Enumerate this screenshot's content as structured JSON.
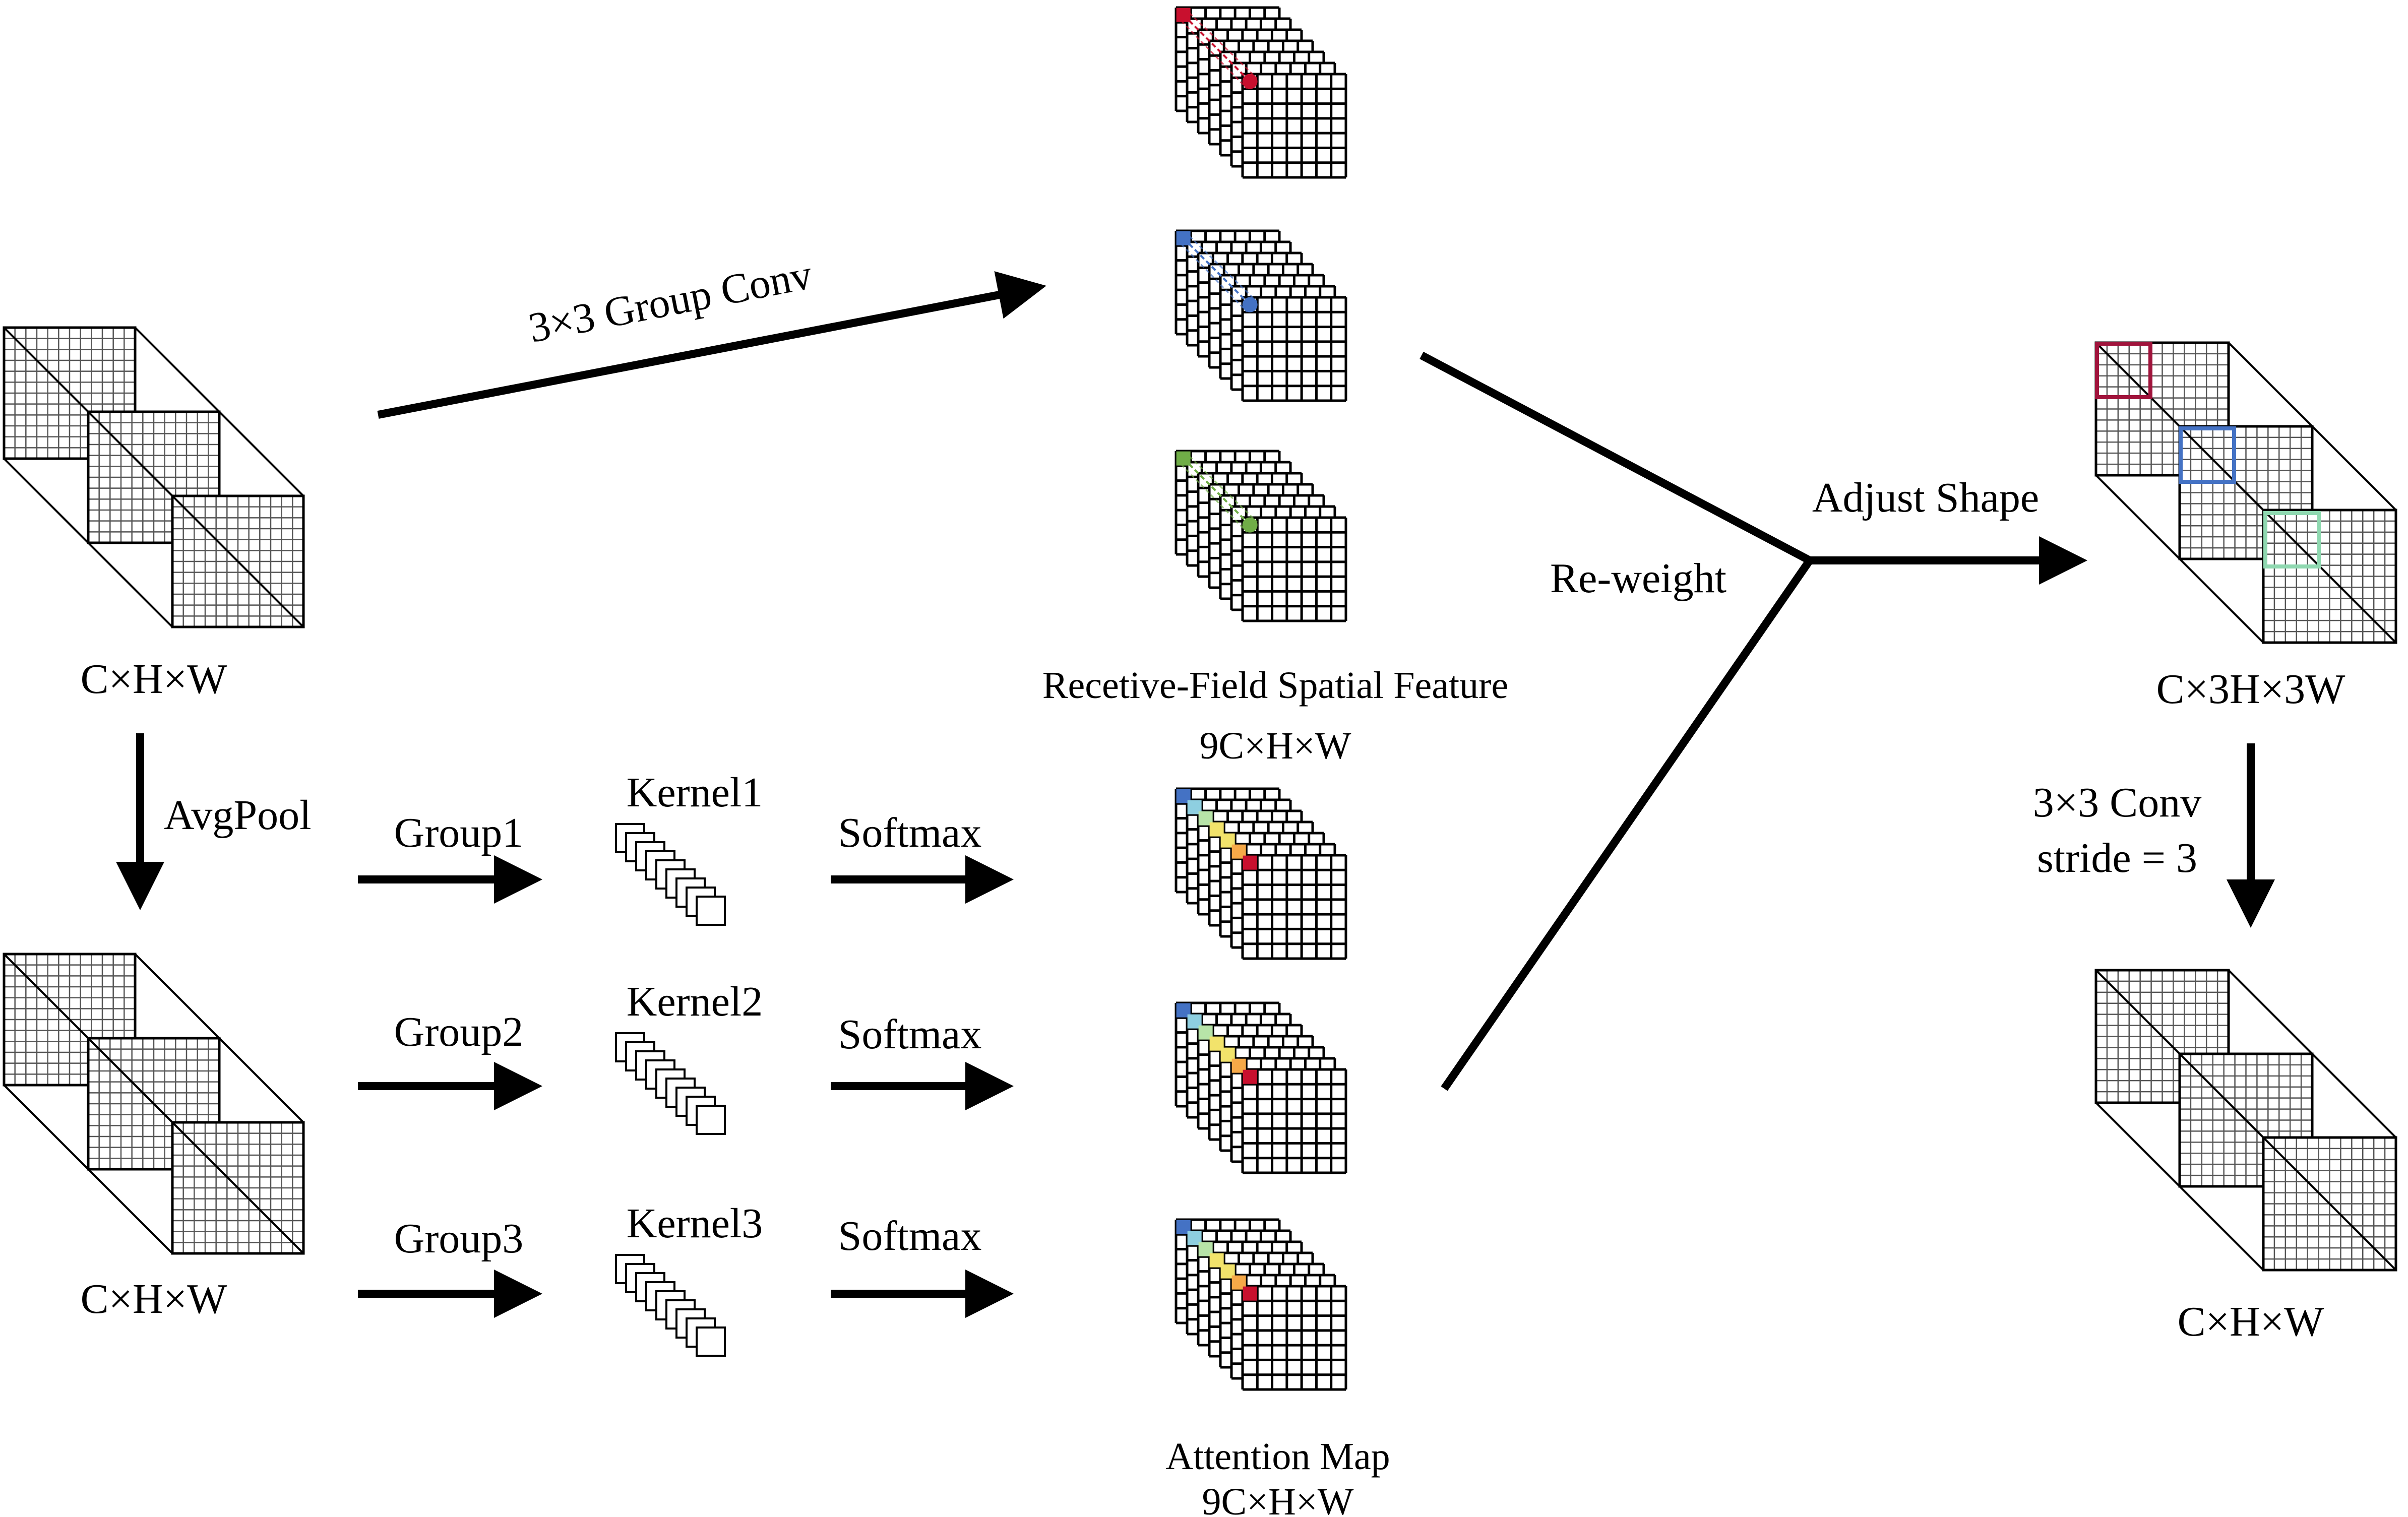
{
  "labels": {
    "input_shape": "C×H×W",
    "pooled_shape": "C×H×W",
    "group_conv": "3×3 Group Conv",
    "avgpool": "AvgPool",
    "group1": "Group1",
    "group2": "Group2",
    "group3": "Group3",
    "kernel1": "Kernel1",
    "kernel2": "Kernel2",
    "kernel3": "Kernel3",
    "softmax1": "Softmax",
    "softmax2": "Softmax",
    "softmax3": "Softmax",
    "rf_feature": "Recetive-Field Spatial Feature",
    "rf_shape": "9C×H×W",
    "attention_map": "Attention Map",
    "attention_shape": "9C×H×W",
    "reweight": "Re-weight",
    "adjust_shape": "Adjust Shape",
    "adjusted_shape": "C×3H×3W",
    "final_conv_line1": "3×3 Conv",
    "final_conv_line2": "stride = 3",
    "output_shape": "C×H×W"
  },
  "colors": {
    "line": "#000000",
    "grid": "#555555",
    "rf_red": "#c8102e",
    "rf_blue": "#4472c4",
    "rf_green": "#70ad47",
    "box_red": "#a0143c",
    "box_blue": "#4472c4",
    "box_green": "#8fd8b0",
    "heat": [
      "#4472c4",
      "#8ecfe0",
      "#b7e4a8",
      "#f2e36b",
      "#f6a948",
      "#c8102e"
    ]
  }
}
